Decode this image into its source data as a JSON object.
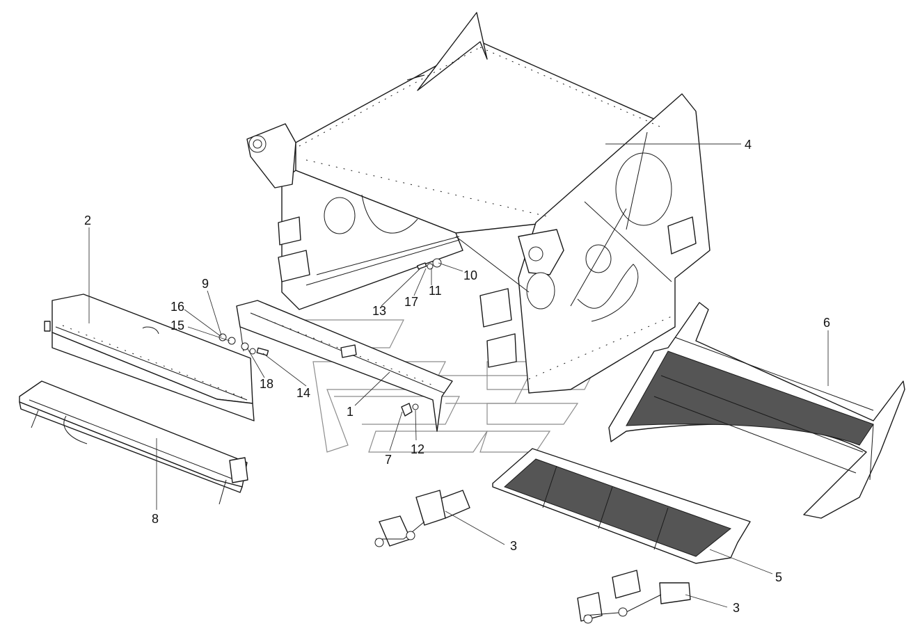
{
  "callouts": [
    {
      "id": "1",
      "label": "1"
    },
    {
      "id": "2",
      "label": "2"
    },
    {
      "id": "3a",
      "label": "3"
    },
    {
      "id": "3b",
      "label": "3"
    },
    {
      "id": "4",
      "label": "4"
    },
    {
      "id": "5",
      "label": "5"
    },
    {
      "id": "6",
      "label": "6"
    },
    {
      "id": "7",
      "label": "7"
    },
    {
      "id": "8",
      "label": "8"
    },
    {
      "id": "9",
      "label": "9"
    },
    {
      "id": "10",
      "label": "10"
    },
    {
      "id": "11",
      "label": "11"
    },
    {
      "id": "12",
      "label": "12"
    },
    {
      "id": "13",
      "label": "13"
    },
    {
      "id": "14",
      "label": "14"
    },
    {
      "id": "15",
      "label": "15"
    },
    {
      "id": "16",
      "label": "16"
    },
    {
      "id": "17",
      "label": "17"
    },
    {
      "id": "18",
      "label": "18"
    }
  ],
  "colors": {
    "line": "#1a1a1a",
    "watermark": "#8c8c8c",
    "background": "#ffffff"
  }
}
